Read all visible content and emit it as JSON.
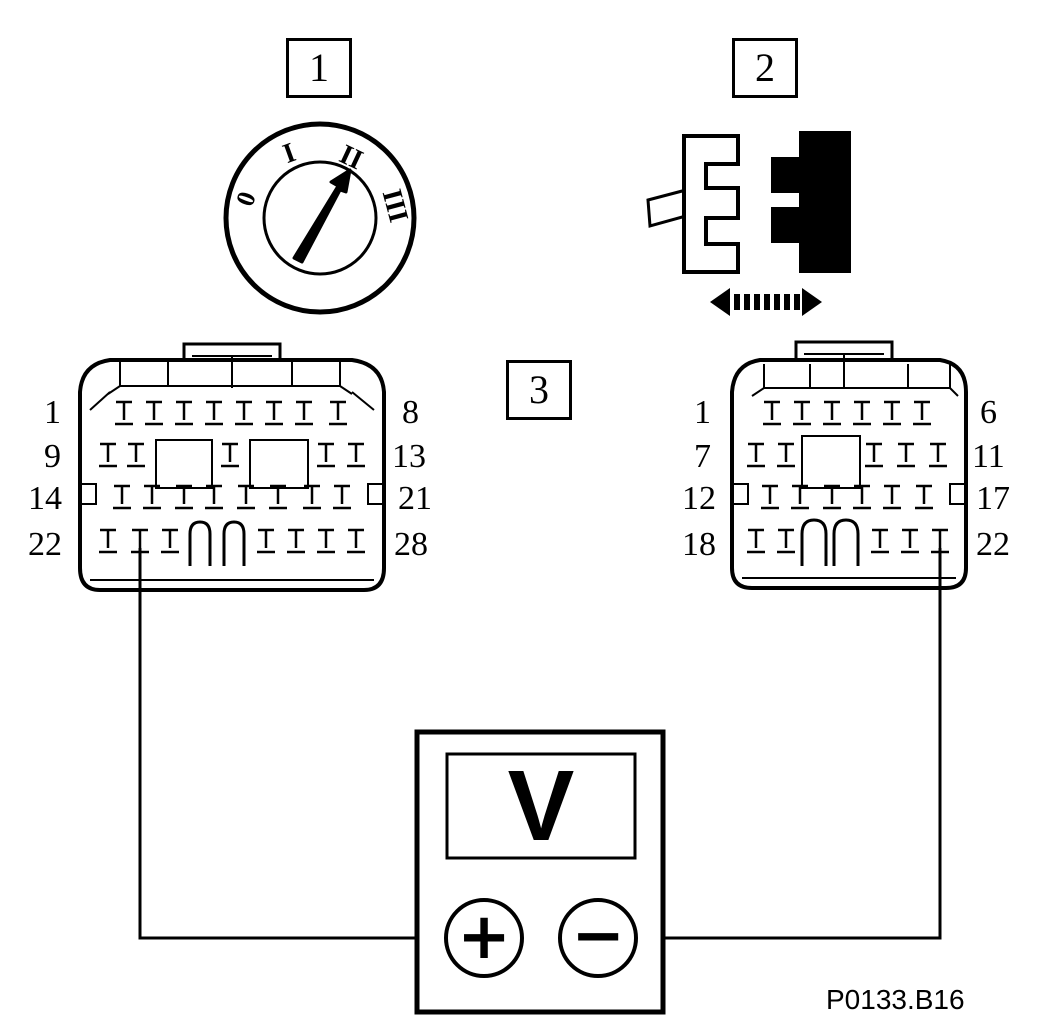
{
  "callouts": {
    "ignition_switch": "1",
    "connector_plug": "2",
    "harness_connector": "3"
  },
  "ignition_positions": [
    "0",
    "I",
    "II",
    "III"
  ],
  "connector_28_pins": {
    "row1_start": "1",
    "row1_end": "8",
    "row2_start": "9",
    "row2_end": "13",
    "row3_start": "14",
    "row3_end": "21",
    "row4_start": "22",
    "row4_end": "28"
  },
  "connector_22_pins": {
    "row1_start": "1",
    "row1_end": "6",
    "row2_start": "7",
    "row2_end": "11",
    "row3_start": "12",
    "row3_end": "17",
    "row4_start": "18",
    "row4_end": "22"
  },
  "voltmeter": {
    "display_symbol": "V",
    "positive_symbol": "+",
    "negative_symbol": "−"
  },
  "figure_code": "P0133.B16"
}
